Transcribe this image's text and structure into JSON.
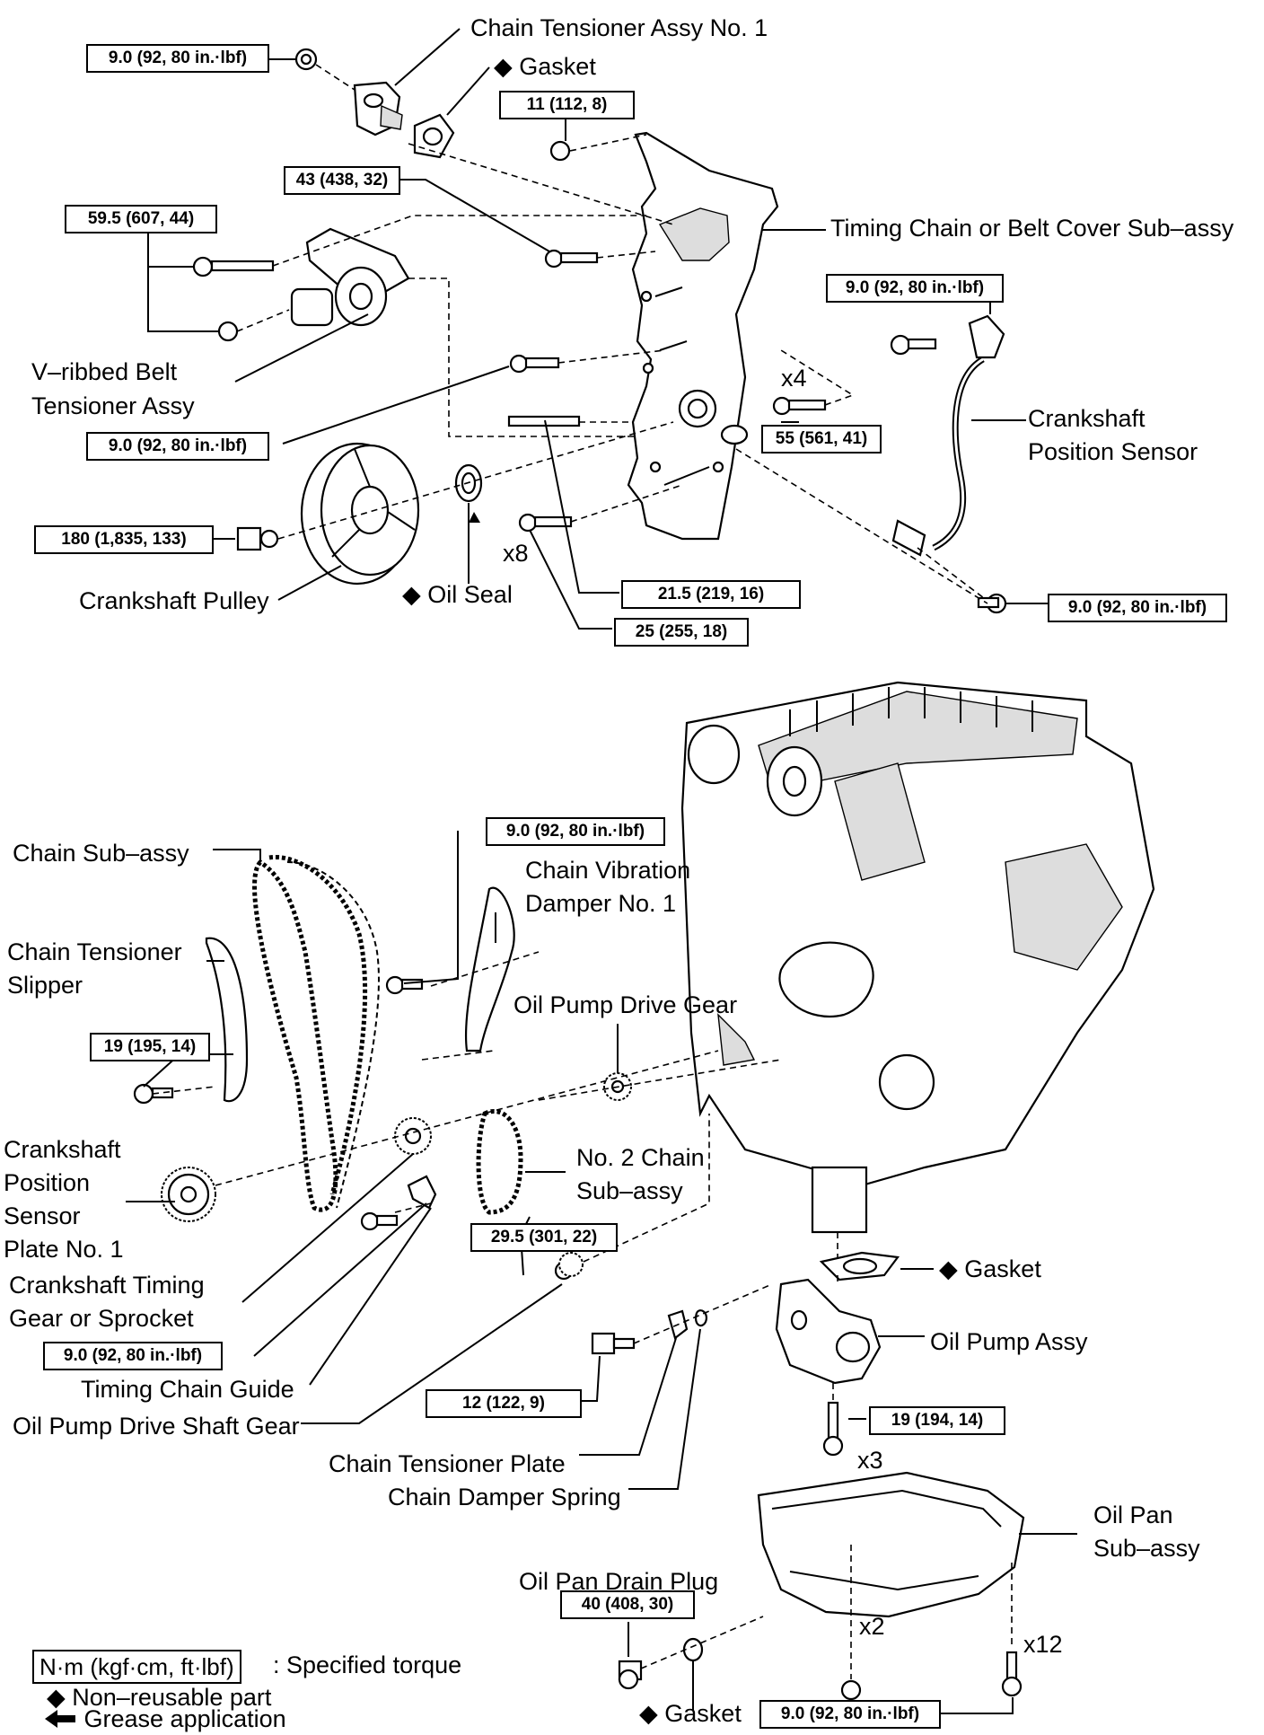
{
  "labels": {
    "chain_tensioner_assy_no1": "Chain Tensioner Assy No. 1",
    "gasket_top": "Gasket",
    "timing_chain_cover": "Timing Chain or Belt Cover Sub–assy",
    "v_ribbed_belt_tensioner_1": "V–ribbed Belt",
    "v_ribbed_belt_tensioner_2": "Tensioner Assy",
    "crankshaft_position_sensor_1": "Crankshaft",
    "crankshaft_position_sensor_2": "Position Sensor",
    "crankshaft_pulley": "Crankshaft Pulley",
    "oil_seal": "Oil Seal",
    "qty_x4": "x4",
    "qty_x8": "x8",
    "chain_sub_assy": "Chain Sub–assy",
    "chain_vibration_damper_1": "Chain Vibration",
    "chain_vibration_damper_2": "Damper No. 1",
    "chain_tensioner_slipper_1": "Chain Tensioner",
    "chain_tensioner_slipper_2": "Slipper",
    "oil_pump_drive_gear": "Oil Pump Drive Gear",
    "sensor_plate_1": "Crankshaft",
    "sensor_plate_2": "Position",
    "sensor_plate_3": "Sensor",
    "sensor_plate_4": "Plate No. 1",
    "no2_chain_1": "No. 2 Chain",
    "no2_chain_2": "Sub–assy",
    "crank_timing_gear_1": "Crankshaft Timing",
    "crank_timing_gear_2": "Gear or Sprocket",
    "gasket_pump": "Gasket",
    "oil_pump_assy": "Oil Pump Assy",
    "timing_chain_guide": "Timing Chain Guide",
    "oil_pump_drive_shaft_gear": "Oil Pump Drive Shaft Gear",
    "qty_x3": "x3",
    "chain_tensioner_plate": "Chain Tensioner Plate",
    "chain_damper_spring": "Chain Damper Spring",
    "oil_pan_1": "Oil Pan",
    "oil_pan_2": "Sub–assy",
    "oil_pan_drain_plug": "Oil Pan Drain Plug",
    "qty_x2": "x2",
    "qty_x12": "x12",
    "gasket_bottom": "Gasket"
  },
  "torques": {
    "t_tensioner": "9.0 (92, 80 in.·lbf)",
    "t_cover_top": "11 (112, 8)",
    "t_43": "43 (438, 32)",
    "t_59": "59.5 (607, 44)",
    "t_sensor_top": "9.0 (92, 80 in.·lbf)",
    "t_belt_tensioner": "9.0 (92, 80 in.·lbf)",
    "t_55": "55 (561, 41)",
    "t_pulley": "180 (1,835, 133)",
    "t_21": "21.5 (219, 16)",
    "t_25": "25 (255, 18)",
    "t_sensor_bottom": "9.0 (92, 80 in.·lbf)",
    "t_damper": "9.0 (92, 80 in.·lbf)",
    "t_slipper": "19 (195, 14)",
    "t_29": "29.5 (301, 22)",
    "t_guide": "9.0 (92, 80 in.·lbf)",
    "t_12": "12 (122, 9)",
    "t_pump": "19 (194, 14)",
    "t_drain": "40 (408, 30)",
    "t_pan": "9.0 (92, 80 in.·lbf)"
  },
  "legend": {
    "torque_unit": "N·m (kgf·cm, ft·lbf)",
    "torque_text": ": Specified torque",
    "non_reusable": "Non–reusable part",
    "grease": "Grease application"
  },
  "icons": {
    "non_reusable": "diamond-icon",
    "grease": "arrow-left-icon"
  }
}
